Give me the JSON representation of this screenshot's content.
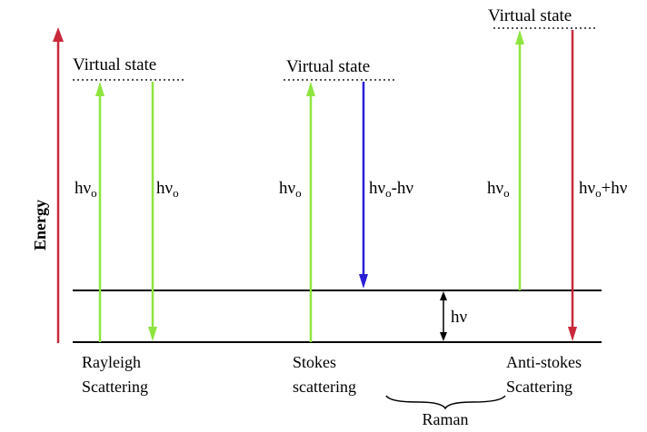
{
  "diagram": {
    "axis_label": "Energy",
    "virtual_state_label": "Virtual state",
    "transitions": {
      "rayleigh_up": {
        "symbol": "hν",
        "subscript": "o",
        "color": "#8ee53f"
      },
      "rayleigh_down": {
        "symbol": "hν",
        "subscript": "o",
        "color": "#8ee53f"
      },
      "stokes_up": {
        "symbol": "hν",
        "subscript": "o",
        "color": "#8ee53f"
      },
      "stokes_down": {
        "symbol": "hν",
        "subscript": "o",
        "suffix": "-hν",
        "color": "#2a1fd6"
      },
      "antistokes_up": {
        "symbol": "hν",
        "subscript": "o",
        "color": "#8ee53f"
      },
      "antistokes_down": {
        "symbol": "hν",
        "subscript": "o",
        "suffix": "+hν",
        "color": "#c8283a"
      }
    },
    "gap_label": "hν",
    "captions": {
      "rayleigh": [
        "Rayleigh",
        "Scattering"
      ],
      "stokes": [
        "Stokes",
        "scattering"
      ],
      "antistokes": [
        "Anti-stokes",
        "Scattering"
      ],
      "raman": "Raman"
    },
    "colors": {
      "energy_axis": "#c8283a",
      "green": "#8ee53f",
      "blue": "#2a1fd6",
      "red": "#c8283a"
    }
  }
}
